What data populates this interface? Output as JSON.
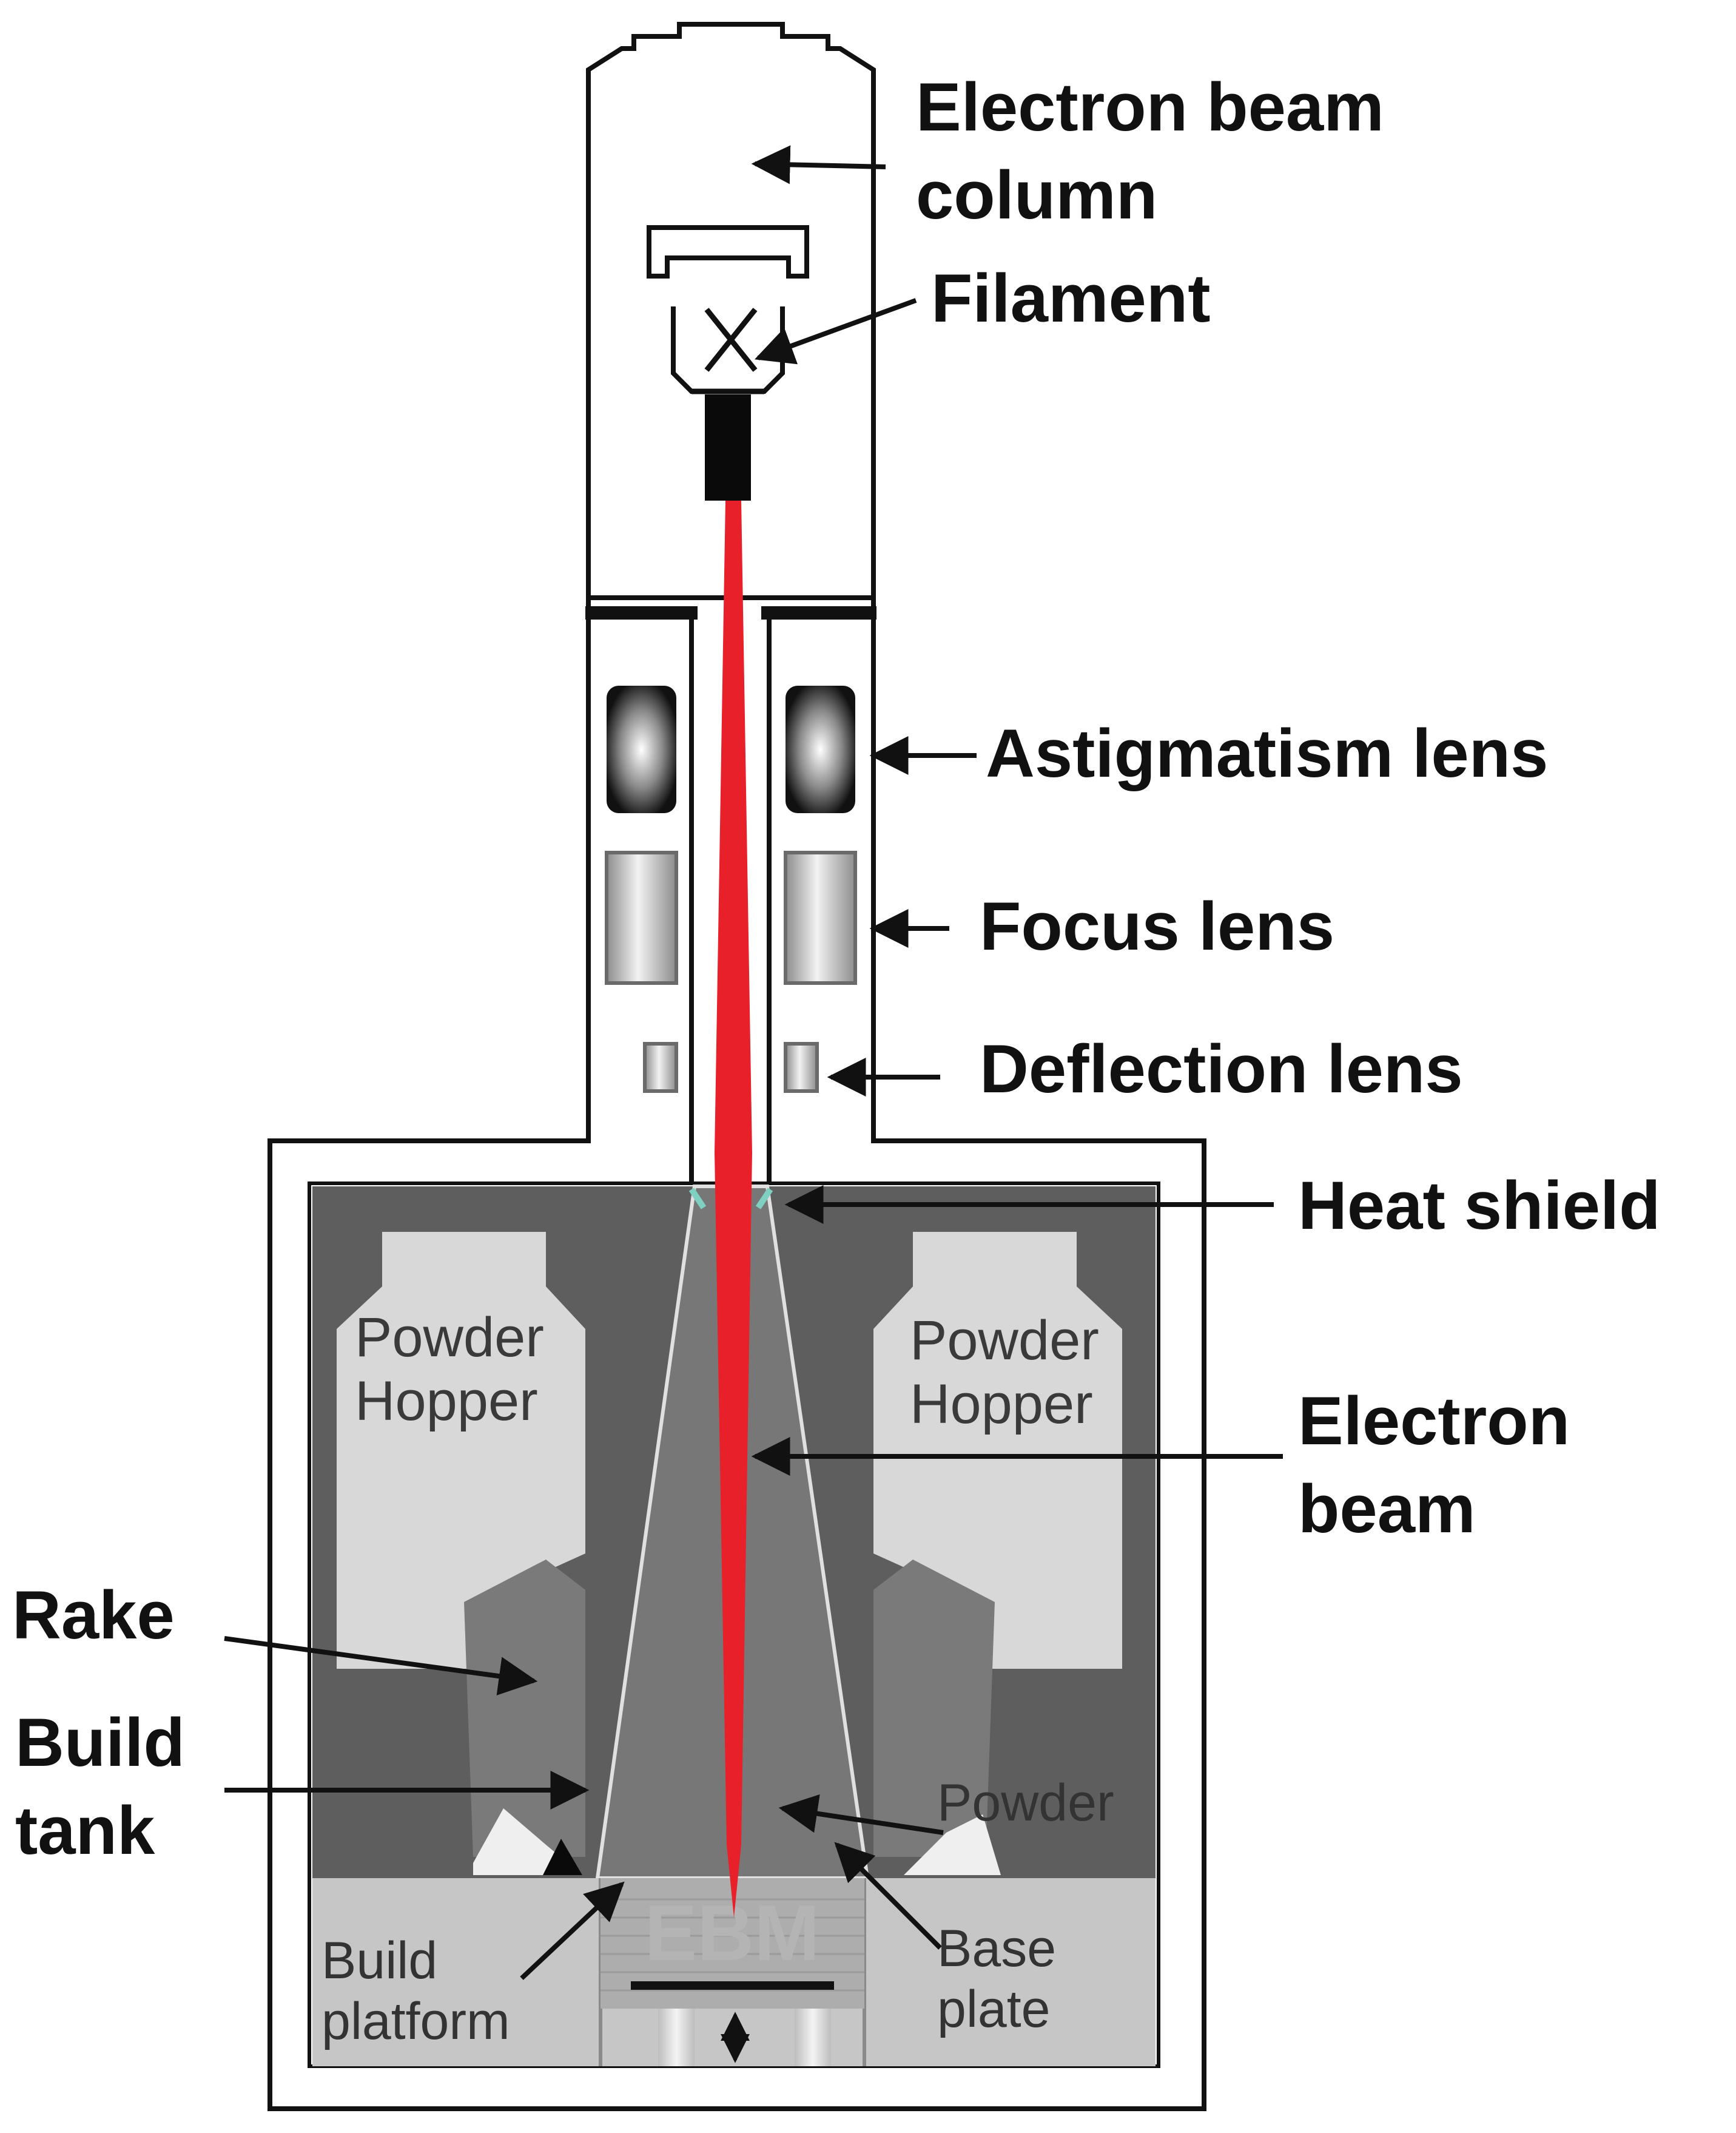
{
  "labels": {
    "electron_beam_column": [
      "Electron beam",
      "column"
    ],
    "filament": "Filament",
    "astigmatism_lens": "Astigmatism lens",
    "focus_lens": "Focus lens",
    "deflection_lens": "Deflection lens",
    "heat_shield": "Heat shield",
    "electron_beam": [
      "Electron",
      "beam"
    ],
    "rake": "Rake",
    "build_tank": [
      "Build",
      "tank"
    ],
    "powder": "Powder",
    "base_plate": [
      "Base",
      "plate"
    ],
    "build_platform": [
      "Build",
      "platform"
    ],
    "powder_hopper": [
      "Powder",
      "Hopper"
    ],
    "ebm_mark": "EBM"
  },
  "colors": {
    "beam": "#e8202a",
    "outline": "#111111",
    "chamber_dark": "#5e5e5e",
    "cone": "#777777",
    "hopper": "#d8d8d8",
    "tank": "#c6c6c6",
    "powder_bed": "#adadad"
  }
}
